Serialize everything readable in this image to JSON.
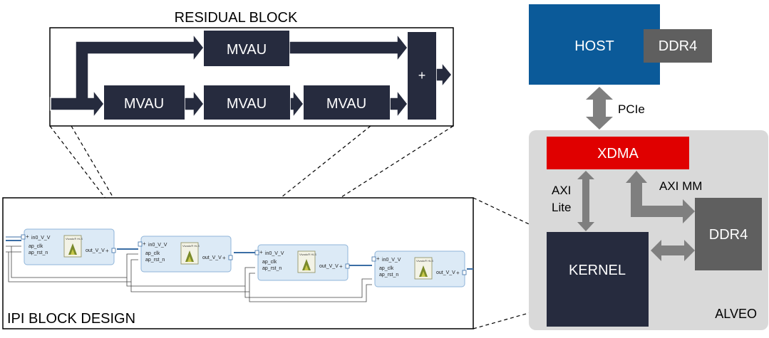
{
  "residual_block": {
    "title": "RESIDUAL BLOCK",
    "mvau_labels": [
      "MVAU",
      "MVAU",
      "MVAU",
      "MVAU"
    ],
    "adder_label": "+"
  },
  "ipi_block_design": {
    "title": "IPI BLOCK DESIGN",
    "ips": [
      {
        "in_port": "in0_V_V",
        "clk_port": "ap_clk",
        "rst_port": "ap_rst_n",
        "out_port": "out_V_V",
        "badge": "Vivado® HLS"
      },
      {
        "in_port": "in0_V_V",
        "clk_port": "ap_clk",
        "rst_port": "ap_rst_n",
        "out_port": "out_V_V",
        "badge": "Vivado® HLS"
      },
      {
        "in_port": "in0_V_V",
        "clk_port": "ap_clk",
        "rst_port": "ap_rst_n",
        "out_port": "out_V_V",
        "badge": "Vivado® HLS"
      },
      {
        "in_port": "in0_V_V",
        "clk_port": "ap_clk",
        "rst_port": "ap_rst_n",
        "out_port": "out_V_V",
        "badge": "Vivado® HLS"
      }
    ]
  },
  "system": {
    "host": "HOST",
    "host_ddr": "DDR4",
    "pcie": "PCIe",
    "alveo": "ALVEO",
    "xdma": "XDMA",
    "axi_lite": [
      "AXI",
      "Lite"
    ],
    "axi_mm": "AXI MM",
    "kernel": "KERNEL",
    "alveo_ddr": "DDR4"
  },
  "colors": {
    "dark_block": "#262b3e",
    "host_blue": "#0b5a99",
    "ddr_gray": "#5f5f5f",
    "xdma_red": "#e00000",
    "alveo_bg": "#d9d9d9",
    "arrow_gray": "#7f7f7f",
    "ipi_fill": "#dceaf6",
    "ipi_stroke": "#8fb4d9"
  }
}
